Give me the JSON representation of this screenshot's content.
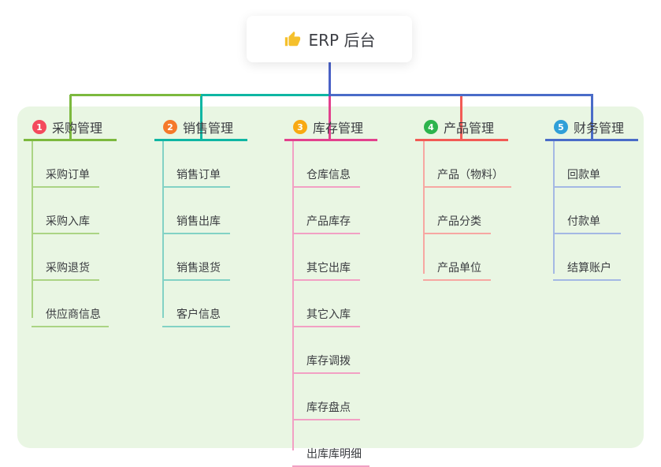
{
  "root": {
    "label": "ERP 后台",
    "icon": "thumbs-up-icon",
    "icon_color": "#f5c02c"
  },
  "canvas": {
    "panel_color": "#e9f6e3",
    "stem_color": "#4a61c6",
    "text_color": "#3a3c40"
  },
  "branches": [
    {
      "number": "1",
      "label": "采购管理",
      "circle_color": "#f4495d",
      "line_color": "#7cb93e",
      "child_line_color": "#abd484",
      "children": [
        "采购订单",
        "采购入库",
        "采购退货",
        "供应商信息"
      ]
    },
    {
      "number": "2",
      "label": "销售管理",
      "circle_color": "#f5792b",
      "line_color": "#0fb6a3",
      "child_line_color": "#82d2c5",
      "children": [
        "销售订单",
        "销售出库",
        "销售退货",
        "客户信息"
      ]
    },
    {
      "number": "3",
      "label": "库存管理",
      "circle_color": "#f8a912",
      "line_color": "#e2418d",
      "child_line_color": "#f2a0c4",
      "children": [
        "仓库信息",
        "产品库存",
        "其它出库",
        "其它入库",
        "库存调拨",
        "库存盘点",
        "出库库明细"
      ]
    },
    {
      "number": "4",
      "label": "产品管理",
      "circle_color": "#2db44d",
      "line_color": "#f25b55",
      "child_line_color": "#f7a7a2",
      "children": [
        "产品（物料）",
        "产品分类",
        "产品单位"
      ]
    },
    {
      "number": "5",
      "label": "财务管理",
      "circle_color": "#2f9fd8",
      "line_color": "#4a6cc8",
      "child_line_color": "#a4b8e4",
      "children": [
        "回款单",
        "付款单",
        "结算账户"
      ]
    }
  ]
}
